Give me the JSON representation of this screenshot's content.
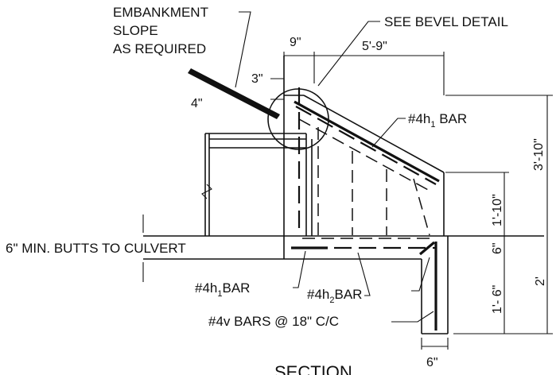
{
  "labels": {
    "embankment_1": "EMBANKMENT",
    "embankment_2": "SLOPE",
    "embankment_3": "AS REQUIRED",
    "see_bevel": "SEE BEVEL DETAIL",
    "butts": "6\" MIN. BUTTS TO CULVERT",
    "bar_h1_top": "#4h",
    "bar_h1_top_sub": "1",
    "bar_h1_top_suffix": " BAR",
    "bar_h1_low": "#4h",
    "bar_h1_low_sub": "1",
    "bar_h1_low_suffix": "BAR",
    "bar_h2": "#4h",
    "bar_h2_sub": "2",
    "bar_h2_suffix": "BAR",
    "v_bars": "#4v BARS @ 18\" C/C",
    "title": "SECTION"
  },
  "dimensions": {
    "top_left": "9\"",
    "top_right": "5'-9\"",
    "left_3": "3\"",
    "left_4": "4\"",
    "right_total": "3'-10\"",
    "right_upper": "1'-10\"",
    "right_mid": "6\"",
    "right_lower": "1'- 6\"",
    "right_bottom_total": "2'",
    "bottom": "6\""
  }
}
